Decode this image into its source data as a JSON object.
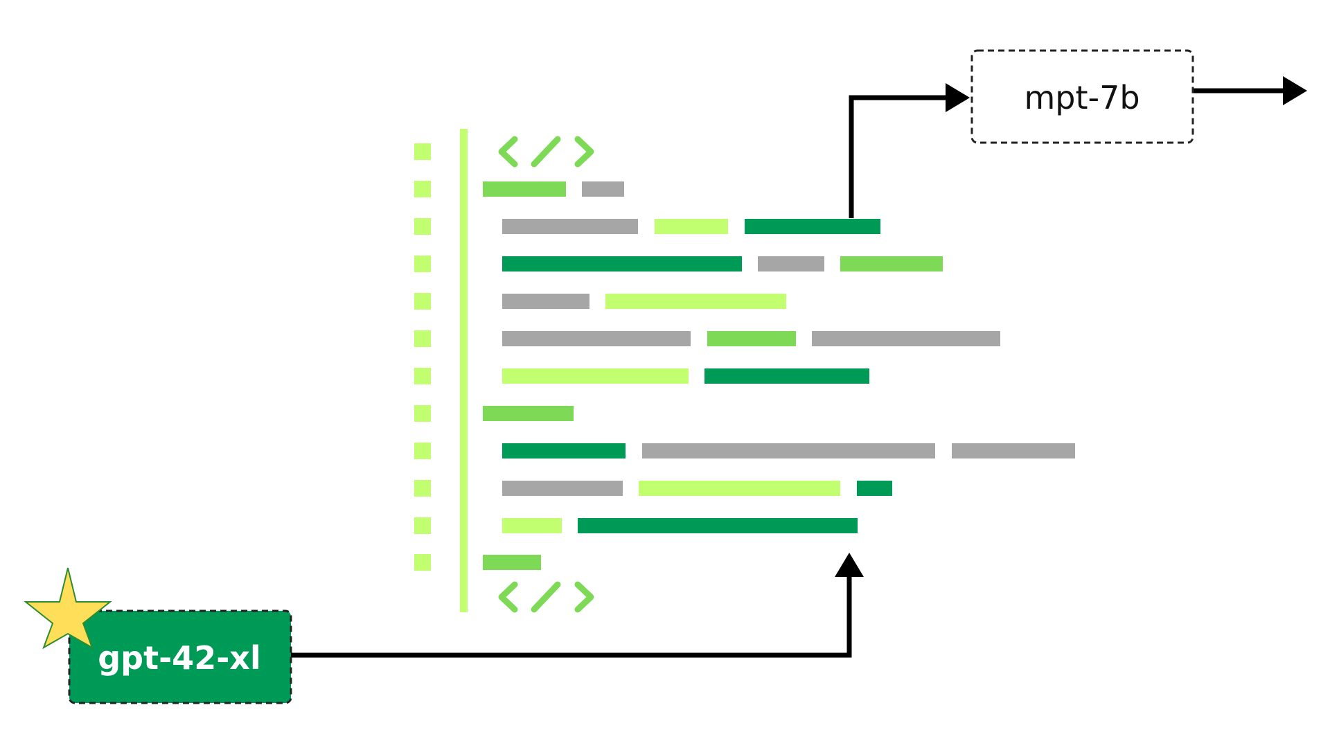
{
  "nodes": {
    "target_model": {
      "label": "mpt-7b"
    },
    "source_model": {
      "label": "gpt-42-xl",
      "badge_icon": "star-icon"
    }
  },
  "code_panel": {
    "icon_top": "code-brackets-icon",
    "icon_bottom": "code-brackets-icon",
    "line_count": 12
  },
  "colors": {
    "light_green": "#c2ff70",
    "mid_green": "#7ed957",
    "dark_green": "#009a57",
    "gray": "#a6a6a6",
    "star_fill": "#ffde59",
    "node_fill": "#009a57",
    "arrow": "#000000"
  }
}
